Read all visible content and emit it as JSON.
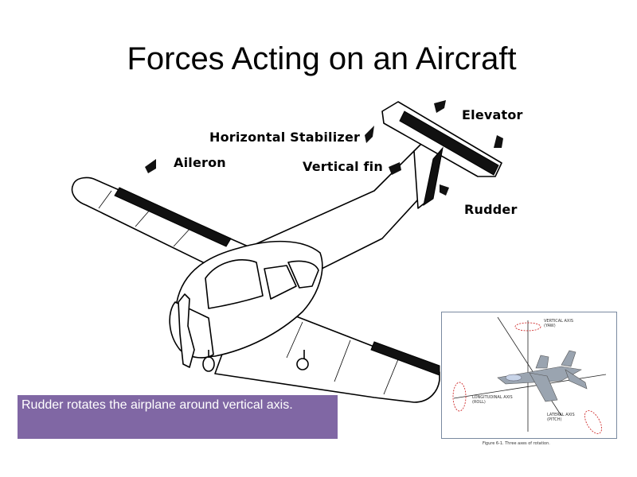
{
  "slide": {
    "title": "Forces Acting on an Aircraft",
    "caption": "Rudder rotates the airplane around vertical axis."
  },
  "callouts": {
    "elevator": "Elevator",
    "horizontal_stabilizer": "Horizontal Stabilizer",
    "aileron": "Aileron",
    "vertical_fin": "Vertical fin",
    "rudder": "Rudder"
  },
  "inset": {
    "label_vertical": "VERTICAL AXIS",
    "label_vertical_sub": "(YAW)",
    "label_longitudinal": "LONGITUDINAL AXIS",
    "label_longitudinal_sub": "(ROLL)",
    "label_lateral": "LATERAL AXIS",
    "label_lateral_sub": "(PITCH)",
    "caption": "Figure 6-1. Three axes of rotation."
  },
  "colors": {
    "caption_bg": "#8067a4",
    "caption_text": "#ffffff",
    "axis_circle": "#d03030"
  }
}
